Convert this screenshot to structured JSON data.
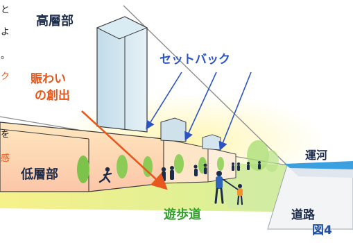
{
  "labels": {
    "high_rise": "高層部",
    "low_rise": "低層部",
    "setback": "セットバック",
    "liveliness_line1": "賑わい",
    "liveliness_line2": "の創出",
    "canal": "運河",
    "promenade": "遊歩道",
    "road": "道路",
    "figure": "図4"
  },
  "side_text": {
    "line1": "と",
    "line2": "よ",
    "line3": "。",
    "line4": "ク",
    "line5": "を",
    "line6": "感"
  },
  "colors": {
    "accent_orange": "#e8571c",
    "setback_blue": "#2b53c4",
    "promenade_green": "#33a02c",
    "dark_navy": "#1c2b4a",
    "figure_blue": "#1f4fa3",
    "canal_blue": "#3aa0e0"
  }
}
